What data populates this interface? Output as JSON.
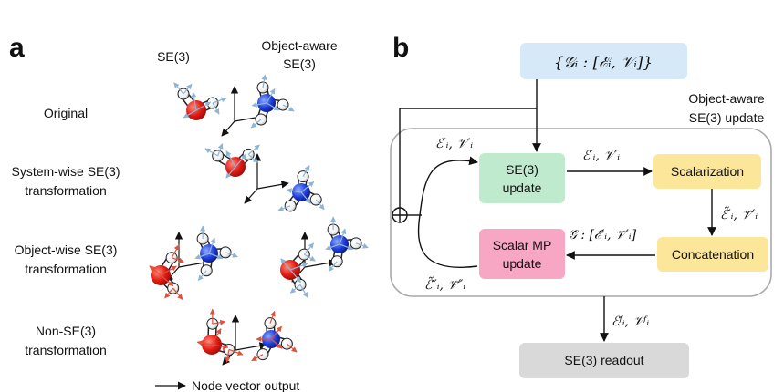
{
  "panel_a": {
    "letter": "a",
    "col_headers": [
      "SE(3)",
      "Object-aware",
      "SE(3)"
    ],
    "row_labels": [
      [
        "Original"
      ],
      [
        "System-wise SE(3)",
        "transformation"
      ],
      [
        "Object-wise SE(3)",
        "transformation"
      ],
      [
        "Non-SE(3)",
        "transformation"
      ]
    ],
    "legend": "Node vector output"
  },
  "panel_b": {
    "letter": "b",
    "input_label": "{𝒢ᵢ : [ℰᵢ, 𝒱ᵢ]}",
    "group_title": [
      "Object-aware",
      "SE(3) update"
    ],
    "se3_update": [
      "SE(3)",
      "update"
    ],
    "scalarization": "Scalarization",
    "concatenation": "Concatenation",
    "scalar_mp": [
      "Scalar MP",
      "update"
    ],
    "readout": "SE(3) readout",
    "edge_loop_top": "ℰ′ᵢ, 𝒱′ᵢ",
    "edge_se3_to_scal": "ℰ′ᵢ, 𝒱′ᵢ",
    "edge_scal_to_concat": "ℰ̃′ᵢ, 𝒱̃′ᵢ",
    "edge_concat_to_mp": "𝒢̃ : [ℰ̃′ᵢ, 𝒱̃′ᵢ]",
    "edge_loop_bottom": "ℰ̃″ᵢ, 𝒱̃″ᵢ",
    "edge_readout": "ℰᶠᵢ, 𝒱ᶠᵢ",
    "colors": {
      "input": "#d6e9f8",
      "se3": "#bfeacd",
      "yellow": "#fbe69a",
      "mp": "#f7a6c4",
      "readout": "#d9d9d9",
      "group_border": "#a9a9a9"
    }
  }
}
